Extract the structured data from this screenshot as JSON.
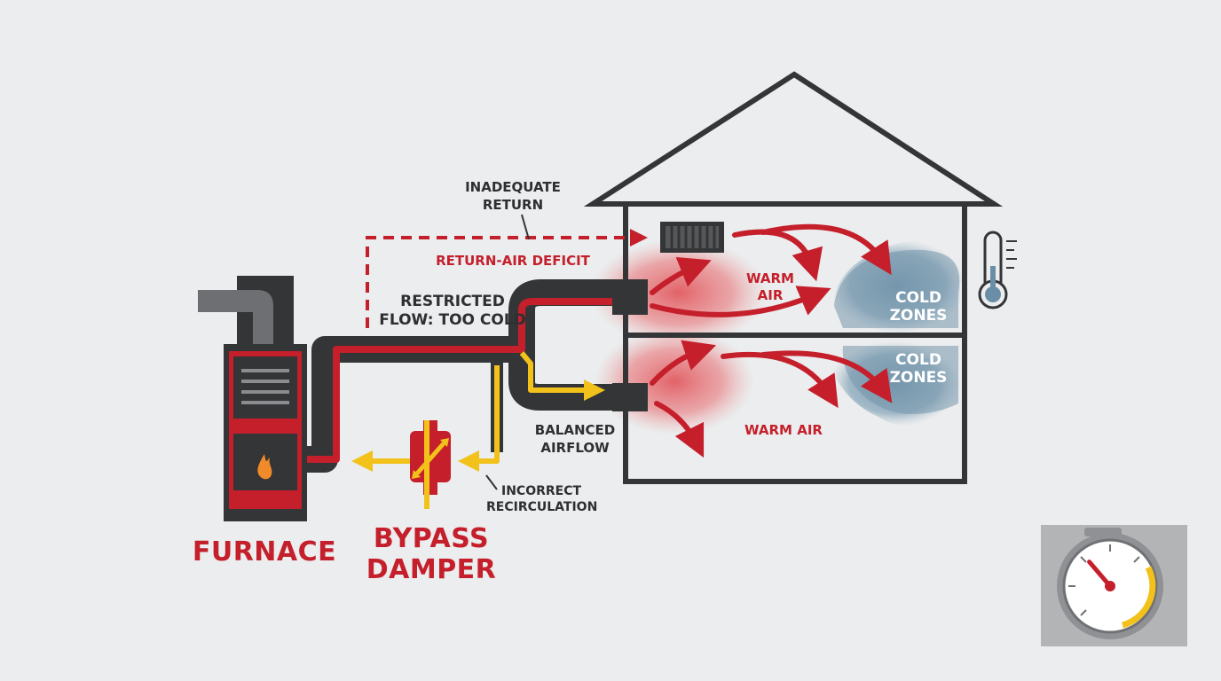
{
  "colors": {
    "background": "#ebedee",
    "duct": "#343537",
    "heat": "#c41f2b",
    "bypass": "#f2c21b",
    "cold_zone": "#6f93aa",
    "warm_glow": "#e35a5f"
  },
  "labels": {
    "inadequate_return": [
      "INADEQUATE",
      "RETURN"
    ],
    "return_air_deficit": "RETURN-AIR DEFICIT",
    "restricted_flow": [
      "RESTRICTED",
      "FLOW: TOO COLD"
    ],
    "balanced_airflow": [
      "BALANCED",
      "AIRFLOW"
    ],
    "incorrect_recirculation": [
      "INCORRECT",
      "RECIRCULATION"
    ],
    "warm_air_upper": [
      "WARM",
      "AIR"
    ],
    "warm_air_lower": "WARM AIR",
    "cold_zones_upper": [
      "COLD",
      "ZONES"
    ],
    "cold_zones_lower": [
      "COLD",
      "ZONES"
    ],
    "furnace": "FURNACE",
    "bypass_damper": [
      "BYPASS",
      "DAMPER"
    ]
  },
  "icons": {
    "furnace_flame": "flame-icon",
    "thermometer": "thermometer-icon",
    "gauge": "gauge-icon",
    "return_vent": "vent-grille-icon"
  },
  "gauge": {
    "needle_level": 0.35
  }
}
